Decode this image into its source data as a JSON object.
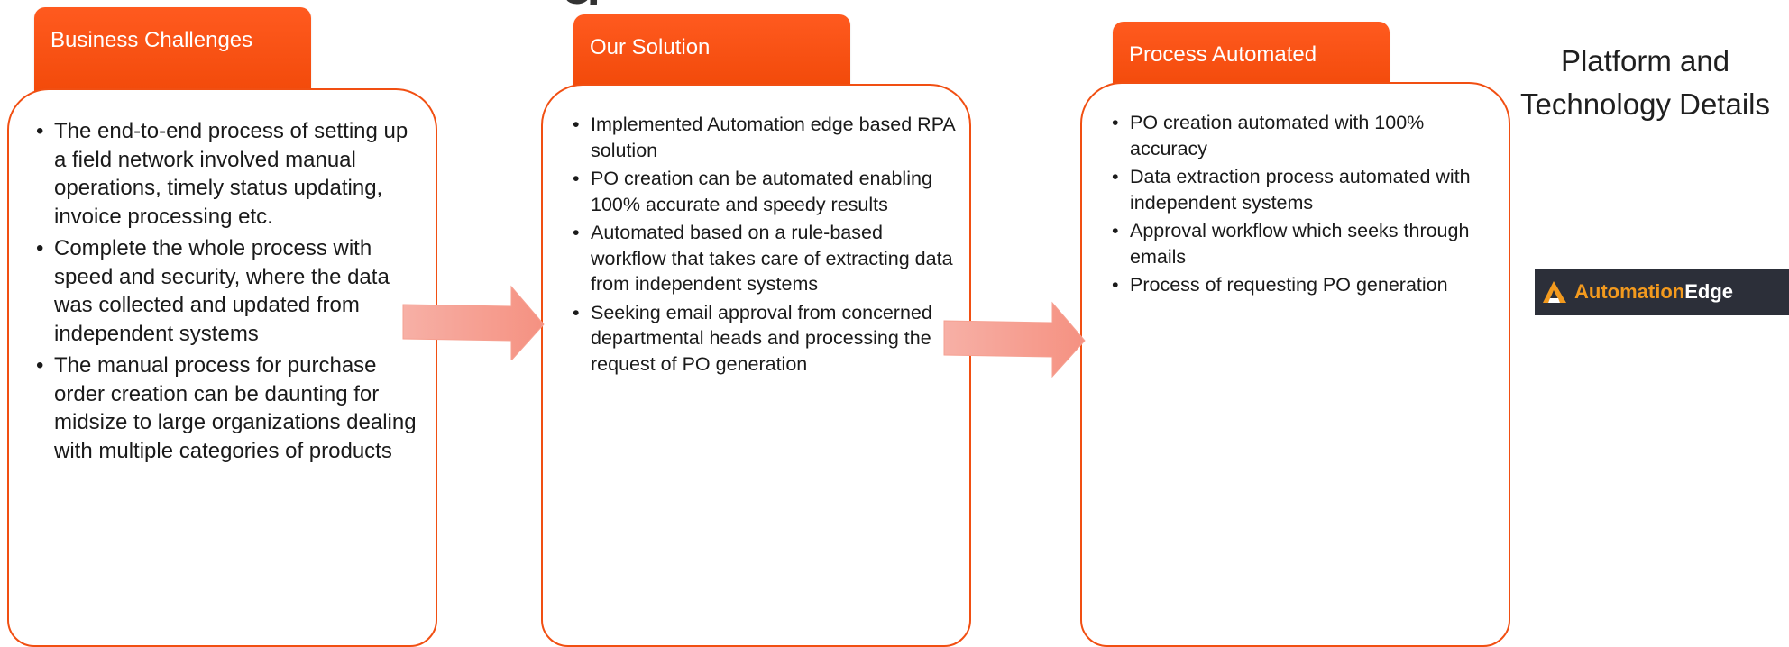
{
  "header": {
    "title_fragment": "g"
  },
  "sections": [
    {
      "title": "Business Challenges",
      "items": [
        "The end-to-end process of setting up a field network involved manual operations, timely status updating, invoice processing etc.",
        "Complete the whole process with speed and security, where the data was collected and updated from independent systems",
        "The manual process for purchase order creation can be daunting for midsize to large organizations dealing with multiple categories of products"
      ]
    },
    {
      "title": "Our Solution",
      "items": [
        "Implemented Automation edge based RPA solution",
        "PO creation can be automated enabling 100% accurate and speedy results",
        "Automated based on a rule-based workflow that takes care of extracting data from independent systems",
        "Seeking email approval from concerned departmental heads and processing the request of PO generation"
      ]
    },
    {
      "title": "Process Automated",
      "items": [
        "PO creation automated with 100% accuracy",
        "Data extraction process automated with independent systems",
        "Approval workflow which seeks through emails",
        "Process of requesting PO generation"
      ]
    }
  ],
  "sidebar": {
    "title": "Platform and Technology Details",
    "logo": {
      "name_part1": "Automation",
      "name_part2": "Edge"
    }
  },
  "colors": {
    "accent": "#f24a0a",
    "arrow": "#f7a79c",
    "logo_background": "#2c2f39",
    "logo_accent": "#f39a1e"
  }
}
